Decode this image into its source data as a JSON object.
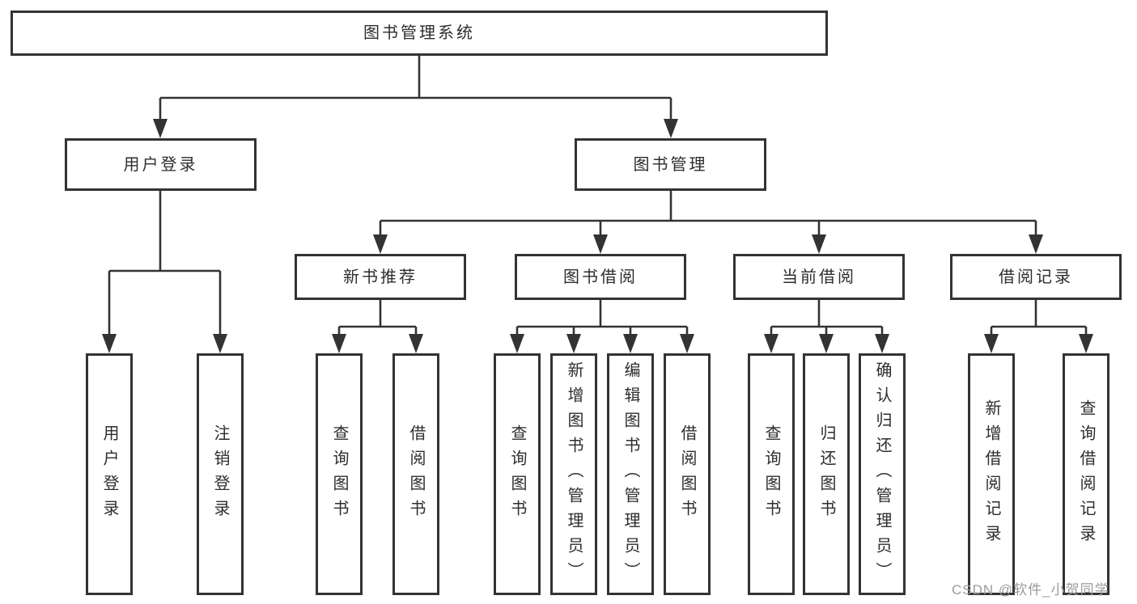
{
  "colors": {
    "line": "#333333",
    "text": "#2d2d2d",
    "box_bg": "#ffffff",
    "watermark": "#9a9a9a"
  },
  "watermark": "CSDN @软件_小贺同学",
  "tree": {
    "label": "图书管理系统",
    "children": [
      {
        "label": "用户登录",
        "children": [
          {
            "label": "用户登录"
          },
          {
            "label": "注销登录"
          }
        ]
      },
      {
        "label": "图书管理",
        "children": [
          {
            "label": "新书推荐",
            "children": [
              {
                "label": "查询图书"
              },
              {
                "label": "借阅图书"
              }
            ]
          },
          {
            "label": "图书借阅",
            "children": [
              {
                "label": "查询图书"
              },
              {
                "label": "新增图书（管理员）"
              },
              {
                "label": "编辑图书（管理员）"
              },
              {
                "label": "借阅图书"
              }
            ]
          },
          {
            "label": "当前借阅",
            "children": [
              {
                "label": "查询图书"
              },
              {
                "label": "归还图书"
              },
              {
                "label": "确认归还（管理员）"
              }
            ]
          },
          {
            "label": "借阅记录",
            "children": [
              {
                "label": "新增借阅记录"
              },
              {
                "label": "查询借阅记录"
              }
            ]
          }
        ]
      }
    ]
  }
}
